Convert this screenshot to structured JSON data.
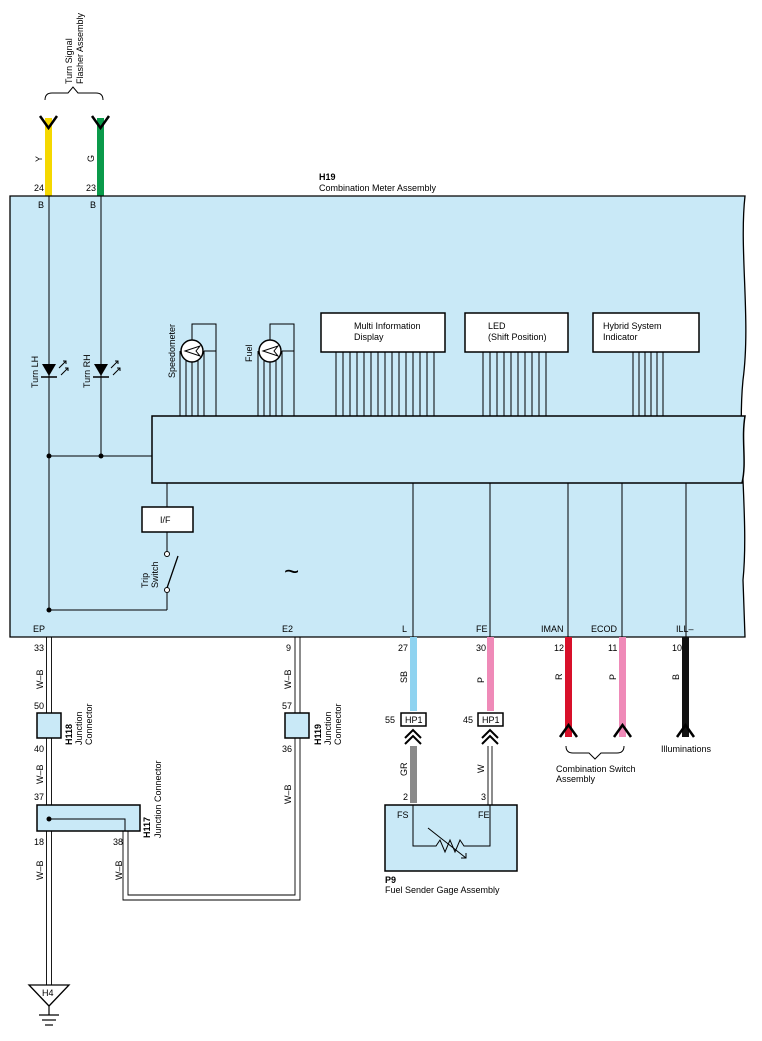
{
  "colors": {
    "assembly_fill": "#c9e9f7",
    "wire_yellow": "#f5d800",
    "wire_green": "#0a9a4a",
    "wire_sky_blue": "#8fd3f0",
    "wire_pink": "#ef8ab8",
    "wire_red": "#d8102a",
    "wire_black": "#111111",
    "wire_gray": "#8a8a8a"
  },
  "flasher": {
    "line1": "Turn Signal",
    "line2": "Flasher Assembly"
  },
  "meter": {
    "code": "H19",
    "name": "Combination Meter Assembly",
    "speedometer": "Speedometer",
    "fuel_gauge": "Fuel",
    "mid_line1": "Multi Information",
    "mid_line2": "Display",
    "led_line1": "LED",
    "led_line2": "(Shift Position)",
    "hybrid_line1": "Hybrid System",
    "hybrid_line2": "Indicator",
    "turn_lh": "Turn LH",
    "turn_rh": "Turn RH",
    "interface": "I/F",
    "trip_line1": "Trip",
    "trip_line2": "Switch",
    "tilde": "~"
  },
  "top_pins": [
    {
      "color_code": "Y",
      "pin": "24",
      "connector": "B"
    },
    {
      "color_code": "G",
      "pin": "23",
      "connector": "B"
    }
  ],
  "bottom_terminals": [
    {
      "label": "EP",
      "pin": "33"
    },
    {
      "label": "E2",
      "pin": "9"
    },
    {
      "label": "L",
      "pin": "27"
    },
    {
      "label": "FE",
      "pin": "30"
    },
    {
      "label": "IMAN",
      "pin": "12"
    },
    {
      "label": "ECOD",
      "pin": "11"
    },
    {
      "label": "ILL–",
      "pin": "10"
    }
  ],
  "wire_codes": {
    "ep_top": "W–B",
    "e2_top": "W–B",
    "l": "SB",
    "fe": "P",
    "iman": "R",
    "ecod": "P",
    "ill": "B",
    "ep_mid": "W–B",
    "e2_mid": "W–B",
    "fs_sender": "GR",
    "fe_sender": "W",
    "ep_low": "W–B",
    "j38": "W–B"
  },
  "h118": {
    "code": "H118",
    "line1": "Junction",
    "line2": "Connector",
    "pin_top": "50",
    "pin_bottom": "40"
  },
  "h119": {
    "code": "H119",
    "line1": "Junction",
    "line2": "Connector",
    "pin_top": "57",
    "pin_bottom": "36"
  },
  "h117": {
    "code": "H117",
    "name": "Junction Connector",
    "pin_in": "37",
    "pin_out": "18",
    "pin_side": "38"
  },
  "hp1": [
    {
      "pin": "55",
      "label": "HP1"
    },
    {
      "pin": "45",
      "label": "HP1"
    }
  ],
  "sender": {
    "code": "P9",
    "name": "Fuel Sender Gage Assembly",
    "fs": "FS",
    "fe": "FE",
    "pin_fs": "2",
    "pin_fe": "3"
  },
  "combo_switch": {
    "line1": "Combination Switch",
    "line2": "Assembly"
  },
  "illuminations": "Illuminations",
  "ground": "H4"
}
